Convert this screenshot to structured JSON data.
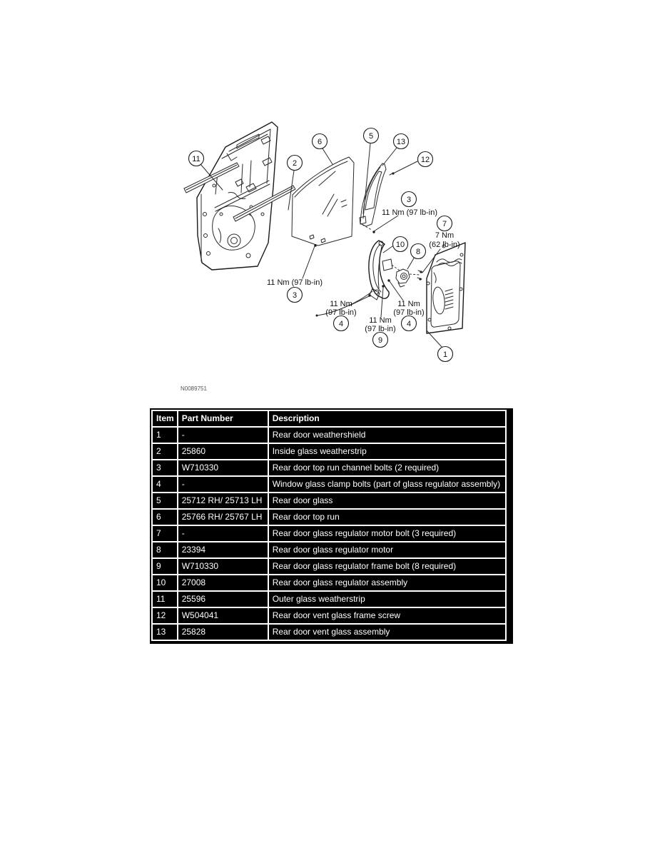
{
  "figure": {
    "image_number": "N0089751",
    "callouts": [
      "11",
      "2",
      "6",
      "5",
      "13",
      "12",
      "3",
      "7",
      "10",
      "8",
      "3",
      "4",
      "9",
      "4",
      "1"
    ],
    "torque_labels": {
      "nm11_full": "11 Nm (97 lb-in)",
      "nm11_line1": "11 Nm",
      "nm11_line2": "(97 lb-in)",
      "nm7_line1": "7 Nm",
      "nm7_line2": "(62 lb-in)"
    }
  },
  "table": {
    "headers": {
      "item": "Item",
      "part_number": "Part Number",
      "description": "Description"
    },
    "rows": [
      {
        "item": "1",
        "part": "-",
        "desc": "Rear door weathershield"
      },
      {
        "item": "2",
        "part": "25860",
        "desc": "Inside glass weatherstrip"
      },
      {
        "item": "3",
        "part": "W710330",
        "desc": "Rear door top run channel bolts (2 required)"
      },
      {
        "item": "4",
        "part": "-",
        "desc": "Window glass clamp bolts (part of glass regulator assembly)"
      },
      {
        "item": "5",
        "part": "25712 RH/ 25713 LH",
        "desc": "Rear door glass"
      },
      {
        "item": "6",
        "part": "25766 RH/ 25767 LH",
        "desc": "Rear door top run"
      },
      {
        "item": "7",
        "part": "-",
        "desc": "Rear door glass regulator motor bolt (3 required)"
      },
      {
        "item": "8",
        "part": "23394",
        "desc": "Rear door glass regulator motor"
      },
      {
        "item": "9",
        "part": "W710330",
        "desc": "Rear door glass regulator frame bolt (8 required)"
      },
      {
        "item": "10",
        "part": "27008",
        "desc": "Rear door glass regulator assembly"
      },
      {
        "item": "11",
        "part": "25596",
        "desc": "Outer glass weatherstrip"
      },
      {
        "item": "12",
        "part": "W504041",
        "desc": "Rear door vent glass frame screw"
      },
      {
        "item": "13",
        "part": "25828",
        "desc": "Rear door vent glass assembly"
      }
    ]
  }
}
